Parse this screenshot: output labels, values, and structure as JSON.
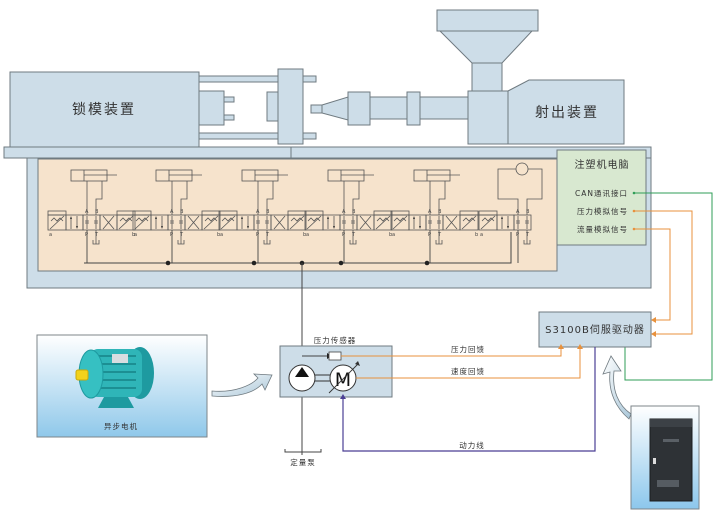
{
  "machine": {
    "clamp_unit": "锁模装置",
    "injection_unit": "射出装置"
  },
  "computer": {
    "title": "注塑机电脑",
    "ports": [
      {
        "label": "CAN通讯接口",
        "color": "#2f9e57"
      },
      {
        "label": "压力模拟信号",
        "color": "#e8913c"
      },
      {
        "label": "流量模拟信号",
        "color": "#e8913c"
      }
    ]
  },
  "valves": {
    "count": 6,
    "port_labels": {
      "a": "a",
      "b": "b",
      "A": "A",
      "B": "B",
      "P": "P",
      "T": "T"
    }
  },
  "pump_unit": {
    "sensor_label": "压力传感器",
    "motor_letter": "M",
    "pump_label": "定量泵"
  },
  "signals": {
    "pressure_feedback": "压力回馈",
    "speed_feedback": "速度回馈",
    "power_line": "动力线"
  },
  "drive": {
    "label": "S3100B伺服驱动器"
  },
  "motor_photo": {
    "caption": "异步电机"
  },
  "colors": {
    "orange": "#e8913c",
    "green": "#2f9e57",
    "purple": "#4b3f95",
    "machine": "#cddde8",
    "panel": "#f6e3cc",
    "computer": "#d8e8d0"
  }
}
